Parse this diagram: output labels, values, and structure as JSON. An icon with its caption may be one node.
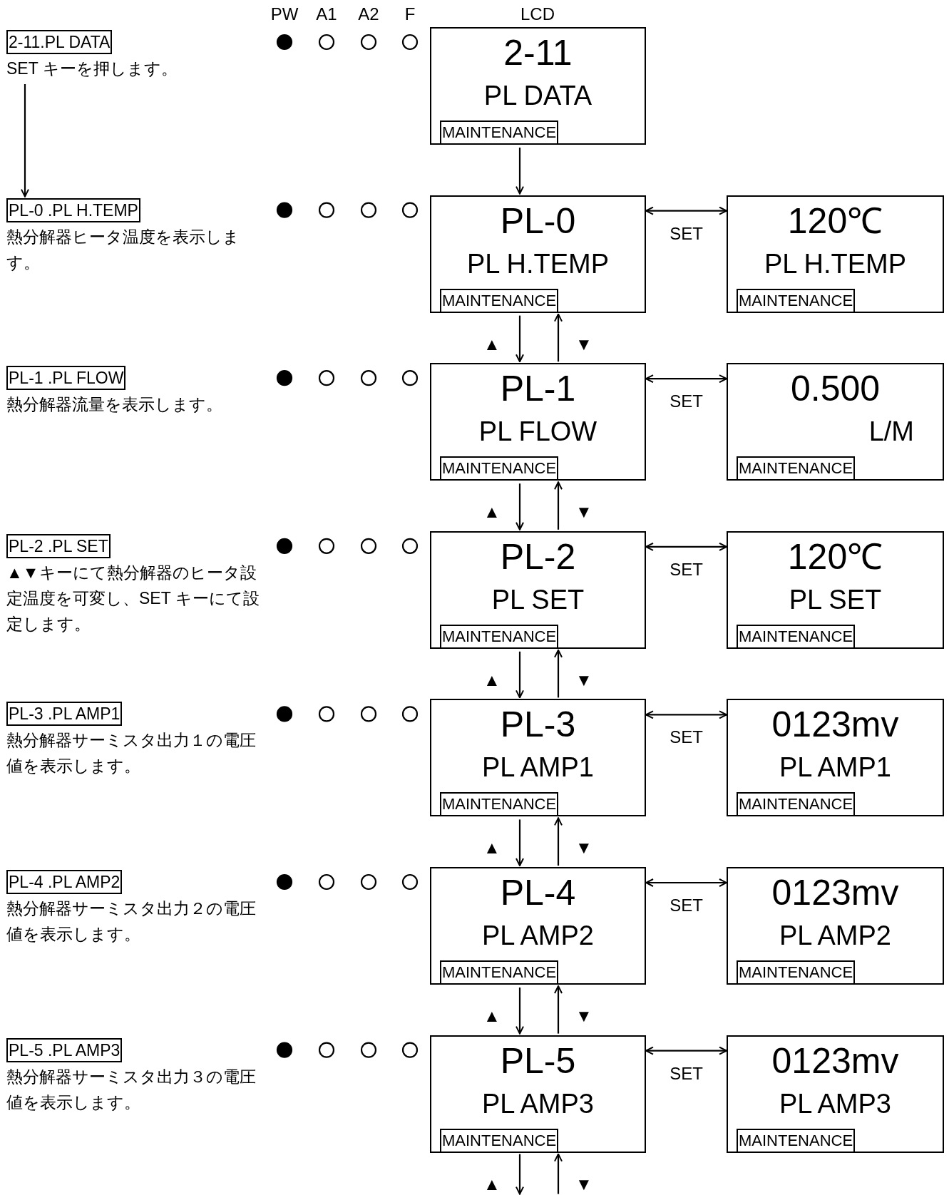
{
  "diagram": {
    "nodes": [
      {
        "text": [
          "2-11.PL DATA",
          "SET キーを押します。"
        ]
      },
      {
        "text": [
          "2-11",
          "PL DATA",
          "MAINTENANCE"
        ]
      },
      {
        "text": [
          "PL-0 .PL H.TEMP",
          "熱分解器ヒータ温度を表示します。"
        ]
      },
      {
        "text": [
          "PL-0",
          "PL H.TEMP",
          "MAINTENANCE"
        ]
      },
      {
        "text": [
          "120℃",
          "PL H.TEMP",
          "MAINTENANCE"
        ]
      },
      {
        "text": [
          "PL-1 .PL FLOW",
          "熱分解器流量を表示します。"
        ]
      },
      {
        "text": [
          "PL-1",
          "PL FLOW",
          "MAINTENANCE"
        ]
      },
      {
        "text": [
          "0.500",
          "L/M",
          "MAINTENANCE"
        ]
      },
      {
        "text": [
          "PL-2 .PL SET",
          "▲▼キーにて熱分解器のヒータ設定温度を可変し、SET キーにて設定します。"
        ]
      },
      {
        "text": [
          "PL-2",
          "PL SET",
          "MAINTENANCE"
        ]
      },
      {
        "text": [
          "120℃",
          "PL SET",
          "MAINTENANCE"
        ]
      },
      {
        "text": [
          "PL-3 .PL AMP1",
          "熱分解器サーミスタ出力１の電圧値を表示します。"
        ]
      },
      {
        "text": [
          "PL-3",
          "PL AMP1",
          "MAINTENANCE"
        ]
      },
      {
        "text": [
          "0123mv",
          "PL AMP1",
          "MAINTENANCE"
        ]
      },
      {
        "text": [
          "PL-4 .PL AMP2",
          "熱分解器サーミスタ出力２の電圧値を表示します。"
        ]
      },
      {
        "text": [
          "PL-4",
          "PL AMP2",
          "MAINTENANCE"
        ]
      },
      {
        "text": [
          "0123mv",
          "PL AMP2",
          "MAINTENANCE"
        ]
      },
      {
        "text": [
          "PL-5 .PL AMP3",
          "熱分解器サーミスタ出力３の電圧値を表示します。"
        ]
      },
      {
        "text": [
          "PL-5",
          "PL AMP3",
          "MAINTENANCE"
        ]
      },
      {
        "text": [
          "0123mv",
          "PL AMP3",
          "MAINTENANCE"
        ]
      }
    ],
    "edges": [
      {
        "from": 0,
        "to": 2,
        "arrow": "to"
      },
      {
        "from": 1,
        "to": 3,
        "arrow": "to"
      },
      {
        "from": 3,
        "to": 4,
        "arrow": "both",
        "label": "SET"
      },
      {
        "from": 3,
        "to": 6,
        "arrow": "to"
      },
      {
        "from": 6,
        "to": 3,
        "arrow": "to"
      },
      {
        "from": 6,
        "to": 7,
        "arrow": "both",
        "label": "SET"
      },
      {
        "from": 6,
        "to": 9,
        "arrow": "to"
      },
      {
        "from": 9,
        "to": 6,
        "arrow": "to"
      },
      {
        "from": 9,
        "to": 10,
        "arrow": "both",
        "label": "SET"
      },
      {
        "from": 9,
        "to": 12,
        "arrow": "to"
      },
      {
        "from": 12,
        "to": 9,
        "arrow": "to"
      },
      {
        "from": 12,
        "to": 13,
        "arrow": "both",
        "label": "SET"
      },
      {
        "from": 12,
        "to": 15,
        "arrow": "to"
      },
      {
        "from": 15,
        "to": 12,
        "arrow": "to"
      },
      {
        "from": 15,
        "to": 16,
        "arrow": "both",
        "label": "SET"
      },
      {
        "from": 15,
        "to": 18,
        "arrow": "to"
      },
      {
        "from": 18,
        "to": 15,
        "arrow": "to"
      },
      {
        "from": 18,
        "to": 19,
        "arrow": "both",
        "label": "SET"
      },
      {
        "from": 18,
        "to": null,
        "arrow": "to"
      },
      {
        "from": null,
        "to": 18,
        "arrow": "to"
      }
    ],
    "labels": [
      "PW",
      "A1",
      "A2",
      "F",
      "LCD",
      "▲",
      "▼",
      "▲",
      "▼",
      "▲",
      "▼",
      "▲",
      "▼",
      "▲",
      "▼",
      "▲",
      "▼"
    ]
  }
}
